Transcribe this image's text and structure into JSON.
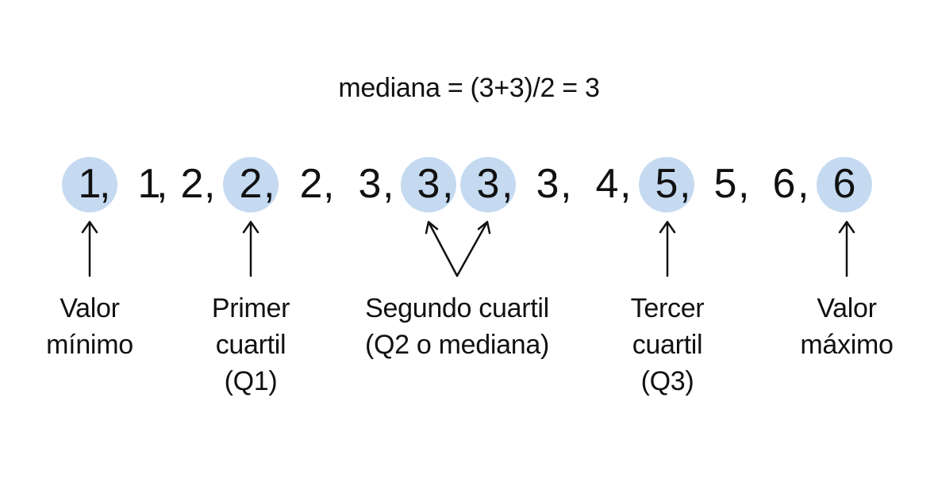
{
  "formula": "mediana = (3+3)/2 = 3",
  "colors": {
    "highlight": "#c5daf1",
    "text": "#111111",
    "background": "#ffffff"
  },
  "sequence": [
    "1",
    "1",
    "2",
    "2",
    "2",
    "3",
    "3",
    "3",
    "3",
    "4",
    "5",
    "5",
    "6",
    "6"
  ],
  "highlighted_indices": [
    0,
    3,
    6,
    7,
    10,
    13
  ],
  "labels": {
    "min": "Valor\nmínimo",
    "q1": "Primer\ncuartil\n(Q1)",
    "q2": "Segundo cuartil\n(Q2 o mediana)",
    "q3": "Tercer\ncuartil\n(Q3)",
    "max": "Valor\nmáximo"
  }
}
